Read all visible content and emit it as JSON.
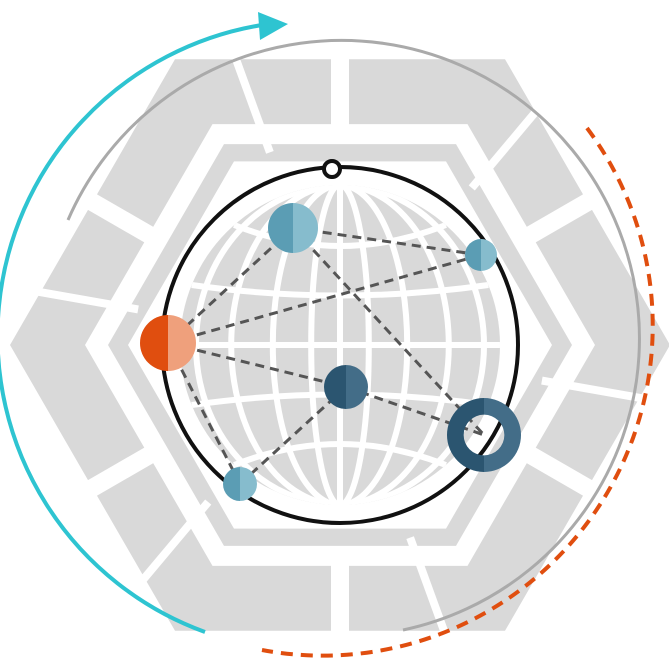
{
  "colors": {
    "background": "#ffffff",
    "hexagon_fill": "#d9d9d9",
    "globe_fill": "#d9d9d9",
    "globe_grid": "#ffffff",
    "orbit_stroke": "#111111",
    "link_stroke": "#555555",
    "outer_ring_gray": "#aaaaaa",
    "cyan_arrow": "#2ec4d1",
    "orange_dashed": "#e04e0f"
  },
  "icons": {
    "hexagon": "hexagon-frame-icon",
    "globe": "globe-icon",
    "rotation_arrow": "circular-arrow-icon"
  },
  "nodes": [
    {
      "id": "node-top-left",
      "kind": "split-circle",
      "left_color": "#5b9db4",
      "right_color": "#86bccd"
    },
    {
      "id": "node-top-right",
      "kind": "split-circle",
      "left_color": "#5b9db4",
      "right_color": "#86bccd"
    },
    {
      "id": "node-left-orange",
      "kind": "split-circle",
      "left_color": "#e04e0f",
      "right_color": "#efa07c"
    },
    {
      "id": "node-center-dark",
      "kind": "split-circle",
      "left_color": "#2b5570",
      "right_color": "#436d88"
    },
    {
      "id": "node-bottom-left",
      "kind": "split-circle",
      "left_color": "#5b9db4",
      "right_color": "#86bccd"
    },
    {
      "id": "node-ring-dark",
      "kind": "split-ring",
      "left_color": "#2b5570",
      "right_color": "#436d88"
    },
    {
      "id": "node-orbit-start",
      "kind": "hollow-dot",
      "left_color": "#ffffff",
      "right_color": "#ffffff"
    }
  ],
  "links": [
    [
      "node-top-left",
      "node-top-right"
    ],
    [
      "node-top-left",
      "node-left-orange"
    ],
    [
      "node-top-left",
      "node-ring-dark"
    ],
    [
      "node-left-orange",
      "node-top-right"
    ],
    [
      "node-left-orange",
      "node-center-dark"
    ],
    [
      "node-left-orange",
      "node-bottom-left"
    ],
    [
      "node-center-dark",
      "node-bottom-left"
    ],
    [
      "node-center-dark",
      "node-ring-dark"
    ]
  ]
}
